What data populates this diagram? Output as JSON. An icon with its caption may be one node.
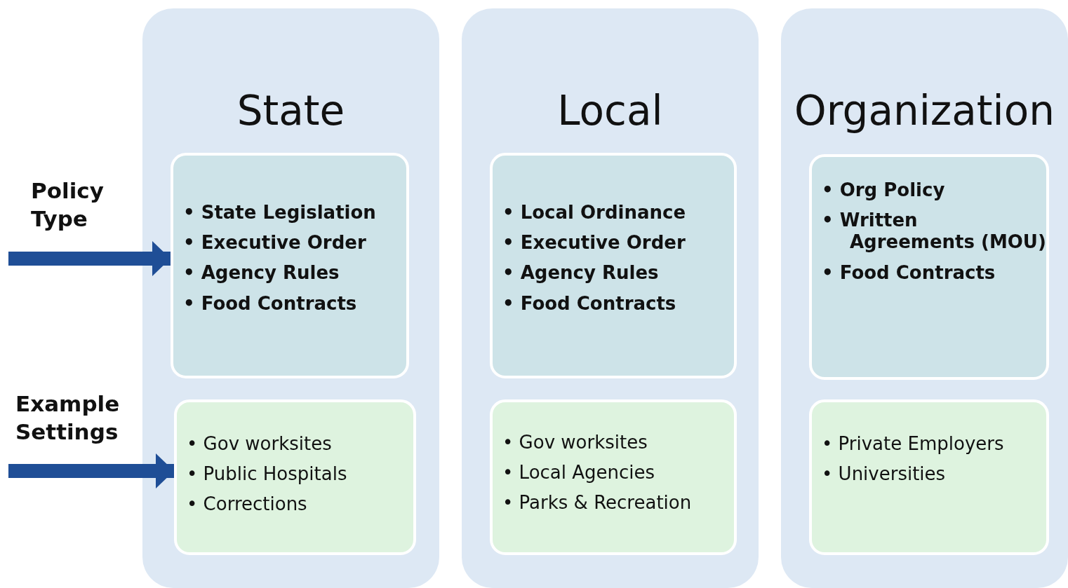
{
  "diagram": {
    "nodes": [
      {
        "text": [
          "State"
        ]
      },
      {
        "text": [
          "• State Legislation",
          "• Executive Order",
          "• Agency Rules",
          "• Food Contracts"
        ],
        "in": 0
      },
      {
        "text": [
          "• Gov worksites",
          "• Public Hospitals",
          "• Corrections"
        ],
        "in": 0
      },
      {
        "text": [
          "Local"
        ]
      },
      {
        "text": [
          "• Local Ordinance",
          "• Executive Order",
          "• Agency Rules",
          "• Food Contracts"
        ],
        "in": 3
      },
      {
        "text": [
          "• Gov worksites",
          "• Local Agencies",
          "• Parks & Recreation"
        ],
        "in": 3
      },
      {
        "text": [
          "Organization"
        ]
      },
      {
        "text": [
          "• Org Policy",
          "• Written Agreements (MOU)",
          "• Food Contracts"
        ],
        "in": 6
      },
      {
        "text": [
          "• Private Employers",
          "• Universities"
        ],
        "in": 6
      }
    ],
    "edges": [
      {
        "from": null,
        "to": 1,
        "arrow": "to"
      },
      {
        "from": null,
        "to": 2,
        "arrow": "to"
      }
    ],
    "labels": [
      "Policy Type",
      "Example Settings"
    ]
  }
}
